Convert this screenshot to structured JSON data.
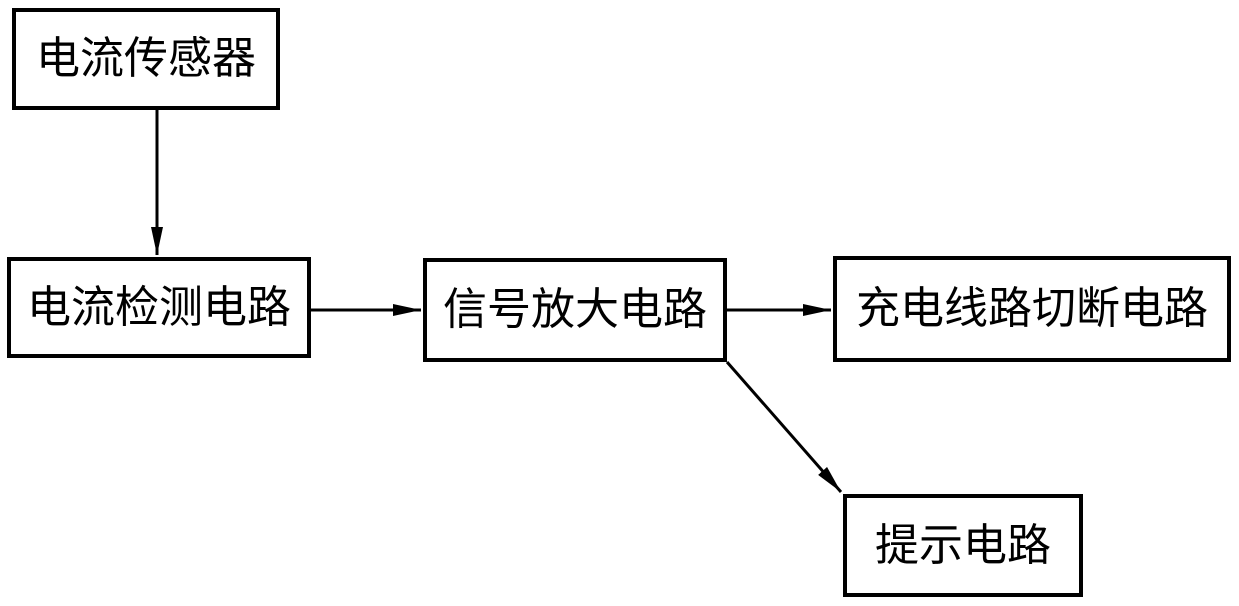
{
  "diagram": {
    "background_color": "#ffffff",
    "line_color": "#000000",
    "nodes": [
      {
        "id": "current-sensor",
        "label": "电流传感器"
      },
      {
        "id": "current-detection-circuit",
        "label": "电流检测电路"
      },
      {
        "id": "signal-amplifier-circuit",
        "label": "信号放大电路"
      },
      {
        "id": "charge-line-cutoff-circuit",
        "label": "充电线路切断电路"
      },
      {
        "id": "prompt-circuit",
        "label": "提示电路"
      }
    ],
    "edges": [
      {
        "from": "current-sensor",
        "to": "current-detection-circuit",
        "direction": "down"
      },
      {
        "from": "current-detection-circuit",
        "to": "signal-amplifier-circuit",
        "direction": "right"
      },
      {
        "from": "signal-amplifier-circuit",
        "to": "charge-line-cutoff-circuit",
        "direction": "right"
      },
      {
        "from": "signal-amplifier-circuit",
        "to": "prompt-circuit",
        "direction": "down-right"
      }
    ]
  }
}
